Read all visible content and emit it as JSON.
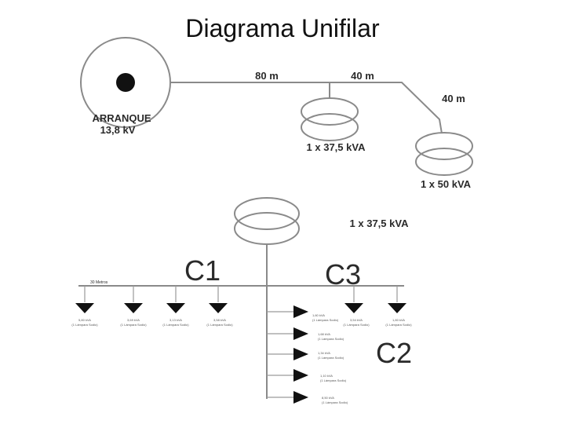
{
  "slide": {
    "title": "Diagrama  Unifilar"
  },
  "top_diagram": {
    "source_label": "ARRANQUE",
    "source_voltage": "13,8 kV",
    "segment_1": "80 m",
    "segment_2": "40 m",
    "segment_3": "40 m",
    "transformer_1": "1 x 37,5 kVA",
    "transformer_2": "1 x 50 kVA"
  },
  "bottom_diagram": {
    "transformer": "1 x 37,5 kVA",
    "circuit_1": "C1",
    "circuit_2": "C2",
    "circuit_3": "C3",
    "c1_bus_note": "30 Metros",
    "c1_loads": [
      {
        "line1": "5,80 kVA",
        "line2": "(1 Lámpara Sodio)"
      },
      {
        "line1": "3,69 kVA",
        "line2": "(1 Lámpara Sodio)"
      },
      {
        "line1": "3,13 kVA",
        "line2": "(1 Lámpara Sodio)"
      },
      {
        "line1": "3,58 kVA",
        "line2": "(1 Lámpara Sodio)"
      }
    ],
    "c3_loads": [
      {
        "line1": "3,54 kVA",
        "line2": "(1 Lámpara Sodio)"
      },
      {
        "line1": "1,80 kVA",
        "line2": "(1 Lámpara Sodio)"
      }
    ],
    "c2_loads": [
      {
        "line1": "1,60 kVA",
        "line2": "(1 Lámpara Sodio)"
      },
      {
        "line1": "1,68 kVA",
        "line2": "(1 Lámpara Sodio)"
      },
      {
        "line1": "1,34 kVA",
        "line2": "(1 Lámpara Sodio)"
      },
      {
        "line1": "1,10 kVA",
        "line2": "(1 Lámpara Sodio)"
      },
      {
        "line1": "8,50 kVA",
        "line2": "(1 Lámpara Sodio)"
      }
    ]
  }
}
